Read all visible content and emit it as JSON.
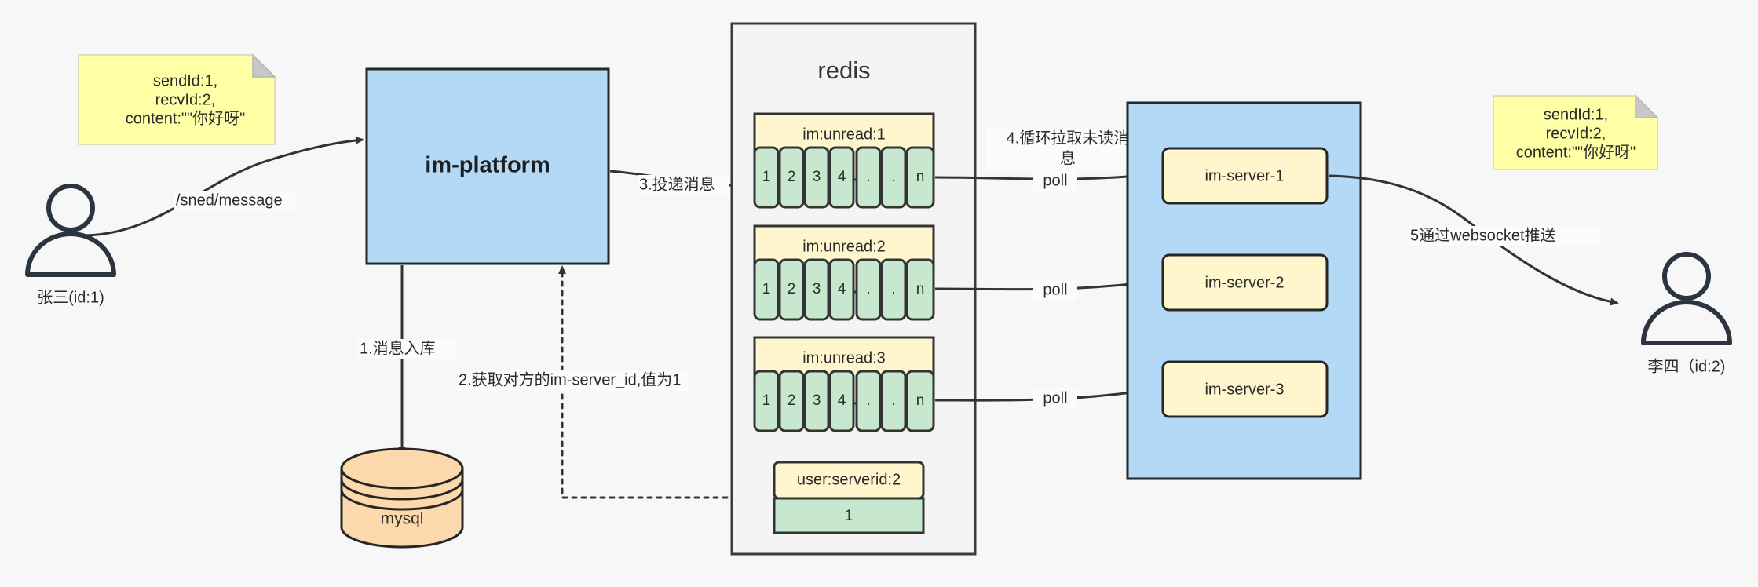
{
  "diagram": {
    "title": "IM message delivery architecture",
    "colors": {
      "note_fill": "#ffffa6",
      "note_fold": "#c8c8c8",
      "platform_fill": "#b3d9f7",
      "server_group_fill": "#b3d9f7",
      "redis_fill": "#f4f4f4",
      "key_fill": "#fff6ce",
      "cell_fill": "#c7e7ce",
      "mysql_fill": "#fcd9ac",
      "stroke": "#262626",
      "edge": "#333333",
      "person": "#2c3440",
      "background": "#f7f7f7"
    },
    "left_note": {
      "lines": [
        "sendId:1,",
        "recvId:2,",
        "content:\"\"你好呀\""
      ]
    },
    "right_note": {
      "lines": [
        "sendId:1,",
        "recvId:2,",
        "content:\"\"你好呀\""
      ]
    },
    "left_user": {
      "label": "张三(id:1)"
    },
    "right_user": {
      "label": "李四（id:2)"
    },
    "platform": {
      "label": "im-platform"
    },
    "database": {
      "label": "mysql"
    },
    "redis": {
      "title": "redis",
      "keys": [
        {
          "name": "im:unread:1",
          "cells": [
            "1",
            "2",
            "3",
            "4",
            ".",
            ".",
            "n"
          ]
        },
        {
          "name": "im:unread:2",
          "cells": [
            "1",
            "2",
            "3",
            "4",
            ".",
            ".",
            "n"
          ]
        },
        {
          "name": "im:unread:3",
          "cells": [
            "1",
            "2",
            "3",
            "4",
            ".",
            ".",
            "n"
          ]
        }
      ],
      "serverid_entry": {
        "name": "user:serverid:2",
        "value": "1"
      }
    },
    "server_group": {
      "servers": [
        {
          "label": "im-server-1"
        },
        {
          "label": "im-server-2"
        },
        {
          "label": "im-server-3"
        }
      ]
    },
    "edges": {
      "send_message": "/sned/message",
      "step1": "1.消息入库",
      "step2": "2.获取对方的im-server_id,值为1",
      "step3": "3.投递消息",
      "step4_line1": "4.循环拉取未读消",
      "step4_line2": "息",
      "poll_1": "poll",
      "poll_2": "poll",
      "poll_3": "poll",
      "step5": "5通过websocket推送"
    }
  }
}
